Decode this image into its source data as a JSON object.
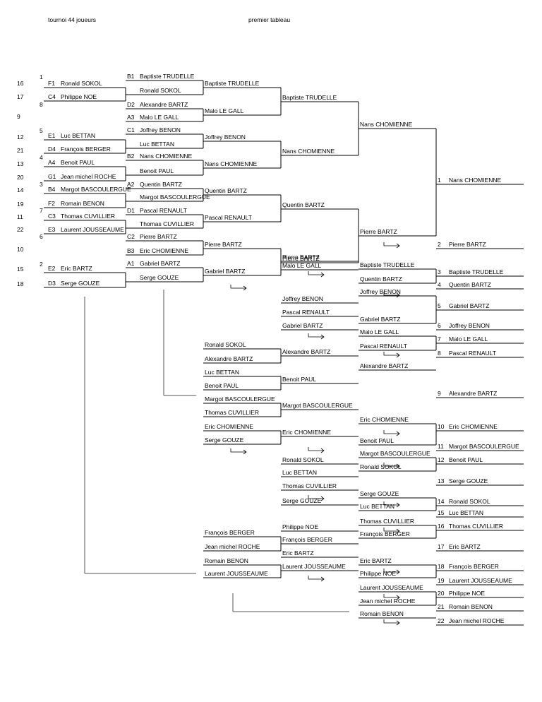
{
  "header": {
    "left_title": "tournoi 44 joueurs",
    "right_title": "premier tableau"
  },
  "seed_numbers": [
    "16",
    "17",
    "9",
    "12",
    "21",
    "13",
    "20",
    "14",
    "19",
    "11",
    "22",
    "10",
    "15",
    "18"
  ],
  "seed_ranks": [
    "1",
    "8",
    "5",
    "4",
    "3",
    "7",
    "6",
    "2"
  ],
  "round1": [
    {
      "code": "F1",
      "name": "Ronald SOKOL"
    },
    {
      "code": "C4",
      "name": "Philippe NOE"
    },
    {
      "code": "E1",
      "name": "Luc BETTAN"
    },
    {
      "code": "D4",
      "name": "François BERGER"
    },
    {
      "code": "A4",
      "name": "Benoit PAUL"
    },
    {
      "code": "G1",
      "name": "Jean michel ROCHE"
    },
    {
      "code": "B4",
      "name": "Margot BASCOULERGUE"
    },
    {
      "code": "F2",
      "name": "Romain BENON"
    },
    {
      "code": "C3",
      "name": "Thomas CUVILLIER"
    },
    {
      "code": "E3",
      "name": "Laurent JOUSSEAUME"
    },
    {
      "code": "E2",
      "name": "Eric BARTZ"
    },
    {
      "code": "D3",
      "name": "Serge GOUZE"
    }
  ],
  "round2": [
    {
      "code": "B1",
      "name": "Baptiste TRUDELLE"
    },
    {
      "code": "",
      "name": "Ronald SOKOL"
    },
    {
      "code": "D2",
      "name": "Alexandre BARTZ"
    },
    {
      "code": "A3",
      "name": "Malo LE GALL"
    },
    {
      "code": "C1",
      "name": "Joffrey BENON"
    },
    {
      "code": "",
      "name": "Luc BETTAN"
    },
    {
      "code": "B2",
      "name": "Nans CHOMIENNE"
    },
    {
      "code": "",
      "name": "Benoit PAUL"
    },
    {
      "code": "A2",
      "name": "Quentin BARTZ"
    },
    {
      "code": "",
      "name": "Margot BASCOULERGUE"
    },
    {
      "code": "D1",
      "name": "Pascal RENAULT"
    },
    {
      "code": "",
      "name": "Thomas CUVILLIER"
    },
    {
      "code": "C2",
      "name": "Pierre BARTZ"
    },
    {
      "code": "B3",
      "name": "Eric CHOMIENNE"
    },
    {
      "code": "A1",
      "name": "Gabriel BARTZ"
    },
    {
      "code": "",
      "name": "Serge GOUZE"
    }
  ],
  "round3": [
    "Baptiste TRUDELLE",
    "Malo LE GALL",
    "Joffrey BENON",
    "Nans CHOMIENNE",
    "Quentin BARTZ",
    "Pascal RENAULT",
    "Pierre BARTZ",
    "Gabriel BARTZ"
  ],
  "round4": [
    "Baptiste TRUDELLE",
    "Nans CHOMIENNE",
    "Quentin BARTZ",
    "Pierre BARTZ"
  ],
  "round5": [
    "Nans CHOMIENNE",
    "Pierre BARTZ"
  ],
  "consolation_col3": [
    "Ronald SOKOL",
    "Alexandre BARTZ",
    "Luc BETTAN",
    "Benoit PAUL",
    "Margot BASCOULERGUE",
    "Thomas CUVILLIER",
    "Eric CHOMIENNE",
    "Serge GOUZE",
    "François BERGER",
    "Jean michel ROCHE",
    "Romain BENON",
    "Laurent JOUSSEAUME"
  ],
  "consolation_col4": [
    "Pierre BARTZ",
    "Malo LE GALL",
    "Joffrey BENON",
    "Pascal RENAULT",
    "Gabriel BARTZ",
    "Alexandre BARTZ",
    "Benoit PAUL",
    "Margot BASCOULERGUE",
    "Eric CHOMIENNE",
    "Ronald SOKOL",
    "Luc BETTAN",
    "Thomas CUVILLIER",
    "Serge GOUZE",
    "Philippe NOE",
    "François BERGER",
    "Eric BARTZ",
    "Laurent JOUSSEAUME"
  ],
  "consolation_col5": [
    "Baptiste TRUDELLE",
    "Quentin BARTZ",
    "Joffrey BENON",
    "Gabriel BARTZ",
    "Malo LE GALL",
    "Pascal RENAULT",
    "Alexandre BARTZ",
    "Eric CHOMIENNE",
    "Benoit PAUL",
    "Margot BASCOULERGUE",
    "Ronald SOKOL",
    "Serge GOUZE",
    "Luc BETTAN",
    "Thomas CUVILLIER",
    "François BERGER",
    "Eric BARTZ",
    "Philippe NOE",
    "Laurent JOUSSEAUME",
    "Jean michel ROCHE",
    "Romain BENON"
  ],
  "final_ranking": [
    {
      "rank": "1",
      "name": "Nans CHOMIENNE"
    },
    {
      "rank": "2",
      "name": "Pierre BARTZ"
    },
    {
      "rank": "3",
      "name": "Baptiste TRUDELLE"
    },
    {
      "rank": "4",
      "name": "Quentin BARTZ"
    },
    {
      "rank": "5",
      "name": "Gabriel BARTZ"
    },
    {
      "rank": "6",
      "name": "Joffrey BENON"
    },
    {
      "rank": "7",
      "name": "Malo LE GALL"
    },
    {
      "rank": "8",
      "name": "Pascal RENAULT"
    },
    {
      "rank": "9",
      "name": "Alexandre BARTZ"
    },
    {
      "rank": "10",
      "name": "Eric CHOMIENNE"
    },
    {
      "rank": "11",
      "name": "Margot BASCOULERGUE"
    },
    {
      "rank": "12",
      "name": "Benoit PAUL"
    },
    {
      "rank": "13",
      "name": "Serge GOUZE"
    },
    {
      "rank": "14",
      "name": "Ronald SOKOL"
    },
    {
      "rank": "15",
      "name": "Luc BETTAN"
    },
    {
      "rank": "16",
      "name": "Thomas CUVILLIER"
    },
    {
      "rank": "17",
      "name": "Eric BARTZ"
    },
    {
      "rank": "18",
      "name": "François BERGER"
    },
    {
      "rank": "19",
      "name": "Laurent JOUSSEAUME"
    },
    {
      "rank": "20",
      "name": "Philippe NOE"
    },
    {
      "rank": "21",
      "name": "Romain BENON"
    },
    {
      "rank": "22",
      "name": "Jean michel ROCHE"
    }
  ]
}
